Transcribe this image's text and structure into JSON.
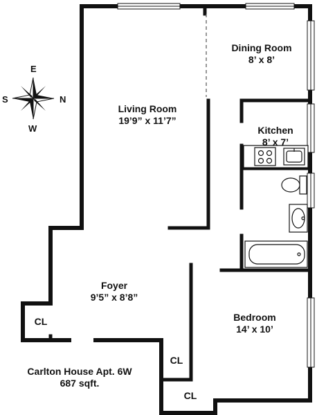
{
  "rooms": {
    "dining": {
      "name": "Dining Room",
      "size": "8’ x 8’"
    },
    "living": {
      "name": "Living Room",
      "size": "19’9” x 11’7”"
    },
    "kitchen": {
      "name": "Kitchen",
      "size": "8’ x 7’"
    },
    "foyer": {
      "name": "Foyer",
      "size": "9’5” x 8’8”"
    },
    "bedroom": {
      "name": "Bedroom",
      "size": "14’ x 10’"
    },
    "closet_left": "CL",
    "closet_mid": "CL",
    "closet_bottom": "CL"
  },
  "listing": {
    "building": "Carlton House  Apt. 6W",
    "area": "687 sqft."
  },
  "compass": {
    "east": "E",
    "west": "W",
    "north": "N",
    "south": "S"
  }
}
